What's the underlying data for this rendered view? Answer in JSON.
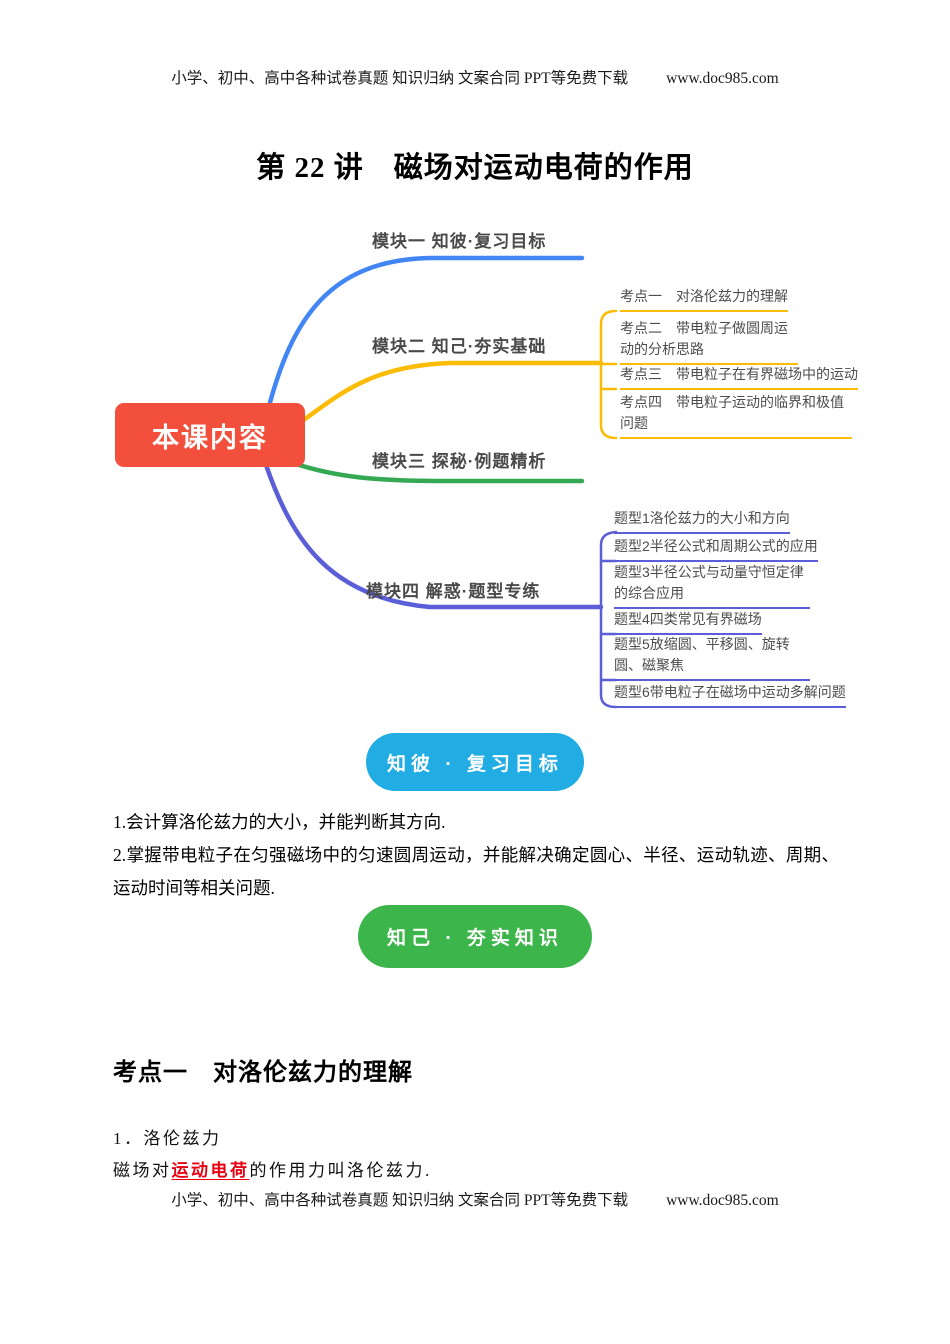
{
  "page": {
    "header_text": "小学、初中、高中各种试卷真题 知识归纳 文案合同 PPT等免费下载",
    "header_url": "www.doc985.com",
    "footer_text": "小学、初中、高中各种试卷真题 知识归纳 文案合同 PPT等免费下载",
    "footer_url": "www.doc985.com",
    "title": "第 22 讲　磁场对运动电荷的作用"
  },
  "colors": {
    "root_node": "#F2503C",
    "branch_blue": "#4285F4",
    "branch_yellow": "#FBBC05",
    "branch_green": "#34A853",
    "branch_purple": "#5B5ED6",
    "badge_blue": "#22ACE4",
    "badge_green": "#3CB54A",
    "highlight_red": "#E60012"
  },
  "mindmap": {
    "root": "本课内容",
    "branches": [
      {
        "label": "模块一 知彼·复习目标",
        "color": "#4285F4",
        "children": []
      },
      {
        "label": "模块二 知己·夯实基础",
        "color": "#FBBC05",
        "children": [
          "考点一　对洛伦兹力的理解",
          "考点二　带电粒子做圆周运动的分析思路",
          "考点三　带电粒子在有界磁场中的运动",
          "考点四　带电粒子运动的临界和极值问题"
        ]
      },
      {
        "label": "模块三 探秘·例题精析",
        "color": "#34A853",
        "children": []
      },
      {
        "label": "模块四 解惑·题型专练",
        "color": "#5B5ED6",
        "children": [
          "题型1洛伦兹力的大小和方向",
          "题型2半径公式和周期公式的应用",
          "题型3半径公式与动量守恒定律的综合应用",
          "题型4四类常见有界磁场",
          "题型5放缩圆、平移圆、旋转圆、磁聚焦",
          "题型6带电粒子在磁场中运动多解问题"
        ]
      }
    ]
  },
  "section_review": {
    "badge": "知彼 · 复习目标",
    "items": [
      "1.会计算洛伦兹力的大小，并能判断其方向.",
      "2.掌握带电粒子在匀强磁场中的匀速圆周运动，并能解决确定圆心、半径、运动轨迹、周期、运动时间等相关问题."
    ]
  },
  "section_basics": {
    "badge": "知己 · 夯实知识",
    "heading": "考点一　对洛伦兹力的理解",
    "sub_heading": "1．洛伦兹力",
    "definition_prefix": "磁场对",
    "definition_highlight": "运动电荷",
    "definition_suffix": "的作用力叫洛伦兹力."
  }
}
